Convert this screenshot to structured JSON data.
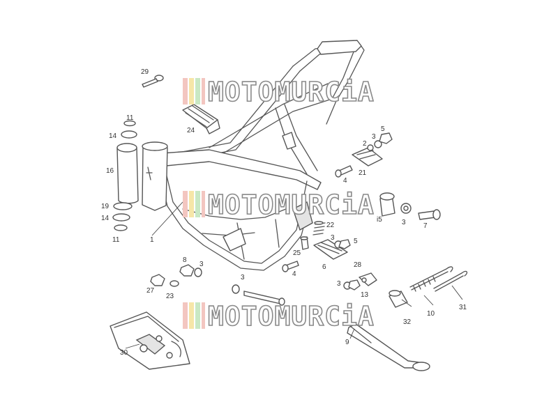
{
  "callouts": {
    "c1": "1",
    "c2": "2",
    "c3a": "3",
    "c3b": "3",
    "c3c": "3",
    "c3d": "3",
    "c3e": "3",
    "c3f": "3",
    "c4a": "4",
    "c4b": "4",
    "c5a": "5",
    "c5b": "5",
    "c6": "6",
    "c7": "7",
    "c8": "8",
    "c9": "9",
    "c10": "10",
    "c11a": "11",
    "c11b": "11",
    "c13": "13",
    "c14a": "14",
    "c14b": "14",
    "c15": "i5",
    "c16": "16",
    "c19": "19",
    "c21": "21",
    "c22": "22",
    "c23": "23",
    "c24": "24",
    "c25": "25",
    "c27": "27",
    "c28": "28",
    "c29": "29",
    "c30": "30",
    "c31": "31",
    "c32": "32"
  },
  "watermark": {
    "text": "MOTOMURCiA",
    "stripe_colors": [
      "#f3c6c0",
      "#f6e6a8",
      "#c9e8c4",
      "#f3c6c0"
    ],
    "outline_color": "#8a8a8a"
  }
}
